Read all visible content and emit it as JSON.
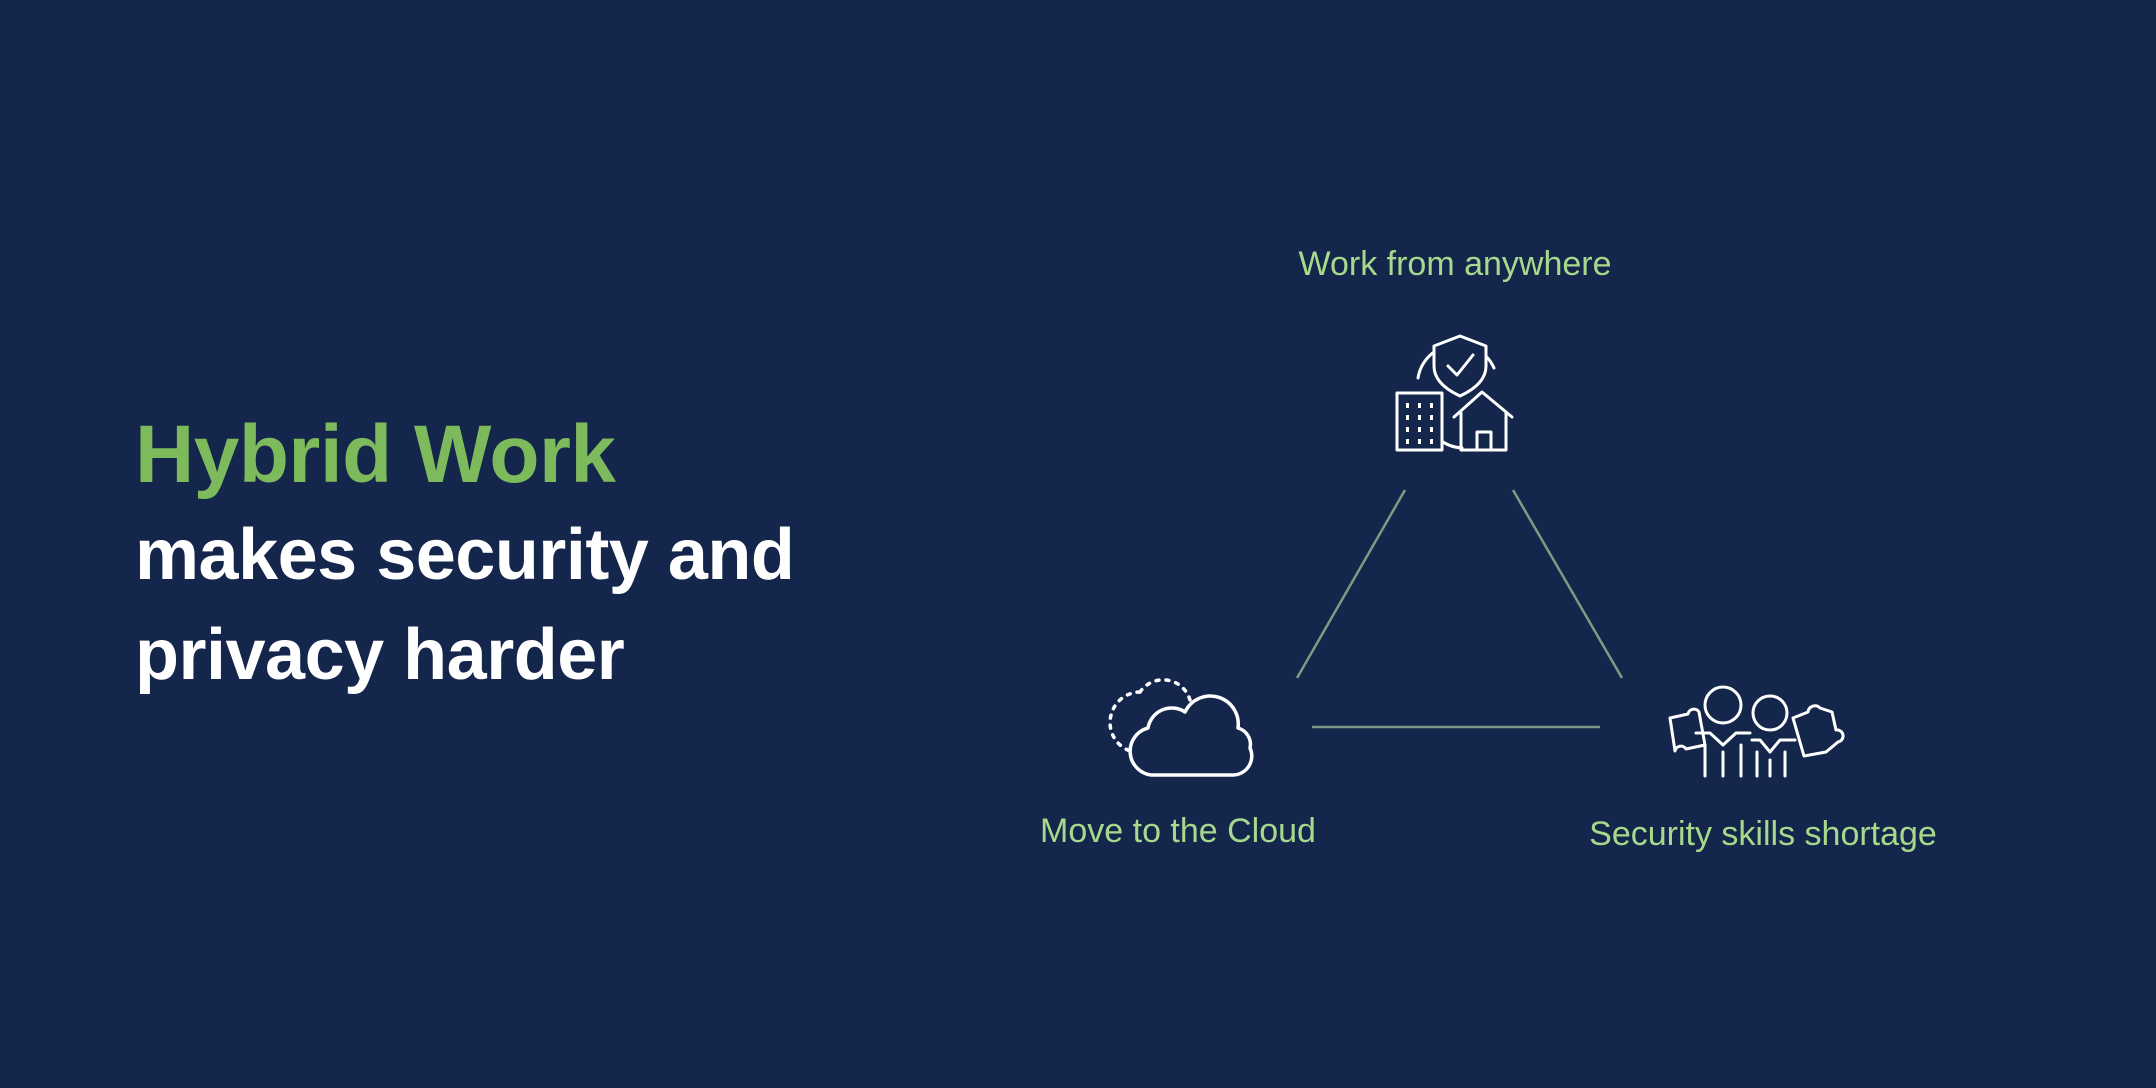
{
  "headline": {
    "accent": "Hybrid Work",
    "rest": "makes security and privacy harder"
  },
  "diagram": {
    "nodes": [
      {
        "id": "top",
        "label": "Work from anywhere",
        "icon": "office-home-shield-icon"
      },
      {
        "id": "left",
        "label": "Move to the Cloud",
        "icon": "cloud-icon"
      },
      {
        "id": "right",
        "label": "Security skills shortage",
        "icon": "people-puzzle-icon"
      }
    ]
  },
  "colors": {
    "background": "#14264b",
    "accent": "#7dba5c",
    "label": "#a7d98c",
    "connector": "#7f9a83",
    "icon": "#ffffff"
  }
}
